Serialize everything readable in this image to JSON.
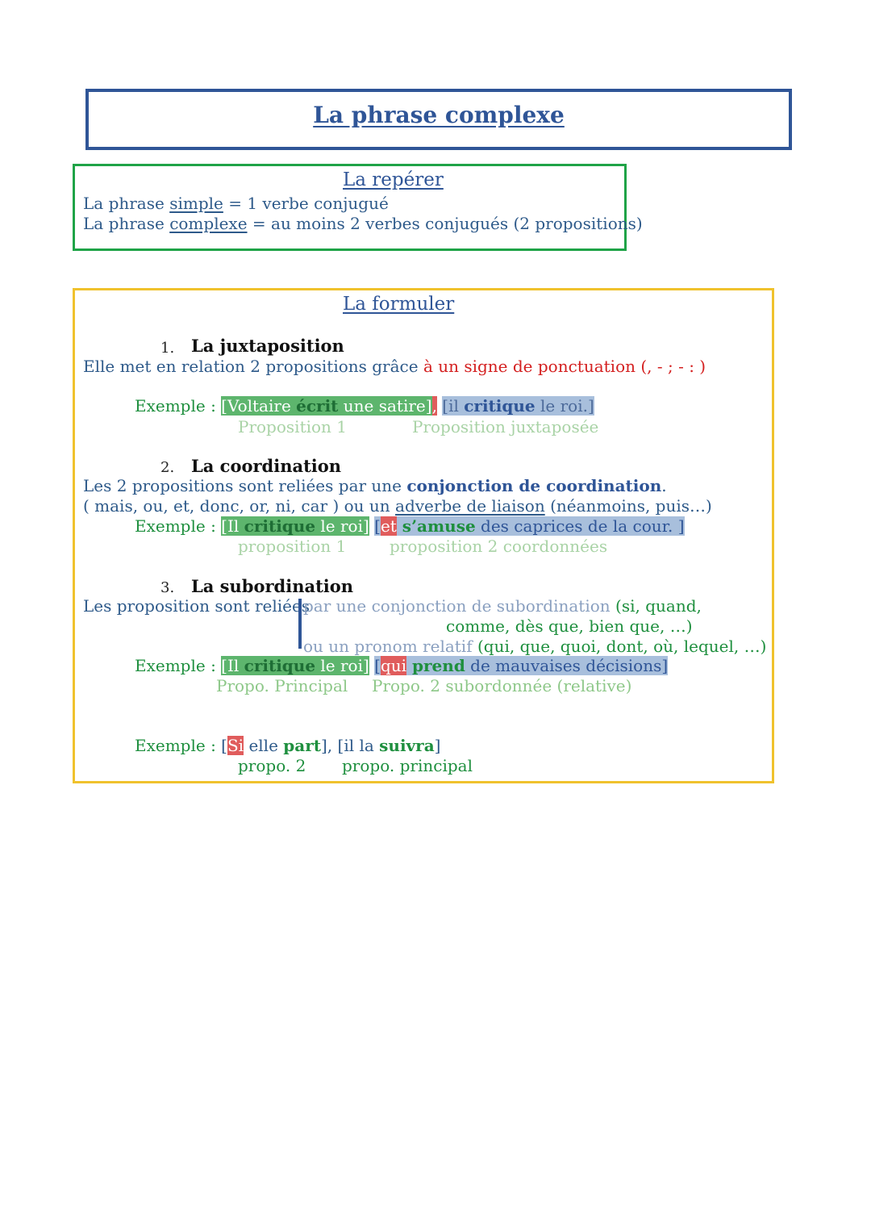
{
  "title": "La phrase complexe",
  "reperer": {
    "heading": "La repérer",
    "line1": {
      "prefix": "La phrase ",
      "term": "simple",
      "suffix": " = 1 verbe conjugué"
    },
    "line2": {
      "prefix": "La phrase ",
      "term": "complexe",
      "suffix": " = au moins 2 verbes conjugués (2 propositions)"
    }
  },
  "formuler": {
    "heading": "La formuler",
    "juxtaposition": {
      "number": "1.",
      "title": "La juxtaposition",
      "desc_prefix": "Elle met en relation 2 propositions grâce ",
      "desc_red": "à un signe de ponctuation (, - ; - : )",
      "example_label": "Exemple :",
      "ex1_a": "[Voltaire ",
      "ex1_verb": "écrit",
      "ex1_b": " une satire]",
      "ex1_comma": ",",
      "ex2_a": "[il ",
      "ex2_verb": "critique",
      "ex2_b": " le roi.]",
      "label1": "Proposition 1",
      "label2": "Proposition juxtaposée"
    },
    "coordination": {
      "number": "2.",
      "title": "La coordination",
      "desc1_prefix": "Les 2 propositions sont reliées par une ",
      "desc1_bold": "conjonction de coordination",
      "desc1_suffix": ".",
      "desc2_prefix": "( mais, ou, et, donc, or, ni, car ) ou un ",
      "desc2_underline": "adverbe de liaison",
      "desc2_suffix": " (néanmoins, puis…)",
      "example_label": "Exemple :",
      "ex1_a": "[Il ",
      "ex1_verb": "critique",
      "ex1_b": " le roi]",
      "ex2_open": "[",
      "ex2_conj": "et",
      "ex2_verb": " s’amuse",
      "ex2_b": " des caprices de la cour. ]",
      "label1": "proposition 1",
      "label2": "proposition 2 coordonnées"
    },
    "subordination": {
      "number": "3.",
      "title": "La subordination",
      "desc_prefix": "Les proposition sont reliées ",
      "desc_a_grey": "par une conjonction de subordination ",
      "desc_a_green": "(si, quand,",
      "desc_a_cont": "comme, dès que, bien que, …)",
      "desc_b_grey": "ou un pronom relatif ",
      "desc_b_green": "(qui, que, quoi, dont, où, lequel, …)",
      "example_label": "Exemple :",
      "ex1_a": "[Il ",
      "ex1_verb": "critique",
      "ex1_b": " le roi]",
      "ex2_open": "[",
      "ex2_rel": "qui",
      "ex2_verb": " prend",
      "ex2_b": " de mauvaises décisions]",
      "label1": "Propo. Principal",
      "label2": "Propo. 2 subordonnée (relative)",
      "example2_label": "Exemple :",
      "ex3_open": "[",
      "ex3_conj": "Si",
      "ex3_a": " elle ",
      "ex3_verb": "part",
      "ex3_b": "], [il la ",
      "ex3_verb2": "suivra",
      "ex3_c": "]",
      "label3": "propo. 2",
      "label4": "propo. principal"
    }
  }
}
